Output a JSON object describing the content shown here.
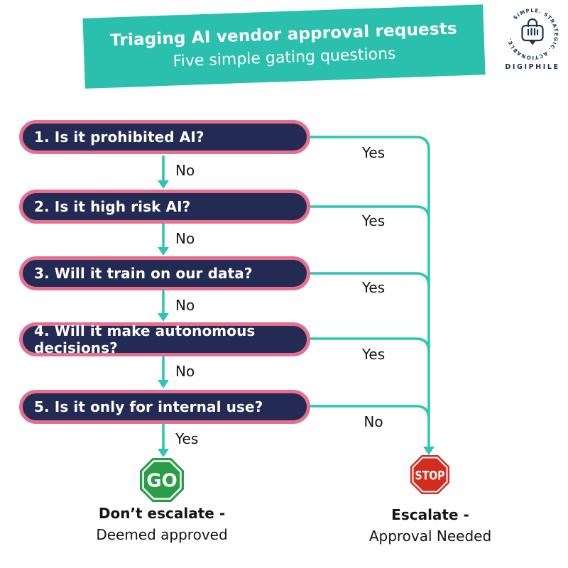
{
  "header": {
    "title": "Triaging AI vendor approval requests",
    "subtitle": "Five simple gating questions"
  },
  "logo": {
    "circle_text": "SIMPLE.  STRATEGIC.  ACTIONABLE.",
    "brand": "DIGIPHILE"
  },
  "flow": {
    "questions": [
      {
        "label": "1. Is it prohibited AI?",
        "branch_label": "Yes",
        "down_label": "No"
      },
      {
        "label": "2. Is it high risk AI?",
        "branch_label": "Yes",
        "down_label": "No"
      },
      {
        "label": "3. Will it train on our data?",
        "branch_label": "Yes",
        "down_label": "No"
      },
      {
        "label": "4. Will it make autonomous decisions?",
        "branch_label": "Yes",
        "down_label": "No"
      },
      {
        "label": "5. Is it only for internal use?",
        "branch_label": "No",
        "down_label": "Yes"
      }
    ],
    "go": {
      "sign": "GO",
      "title": "Don’t escalate -",
      "subtitle": "Deemed approved"
    },
    "stop": {
      "sign": "STOP",
      "title": "Escalate -",
      "subtitle": "Approval Needed"
    }
  },
  "colors": {
    "banner_teal": "#2bbfad",
    "line_teal": "#2cc6b3",
    "box_navy": "#232a54",
    "box_border_pink": "#e5708d",
    "go_green": "#2b9d49",
    "stop_red": "#d52c20",
    "logo_navy": "#223050"
  }
}
